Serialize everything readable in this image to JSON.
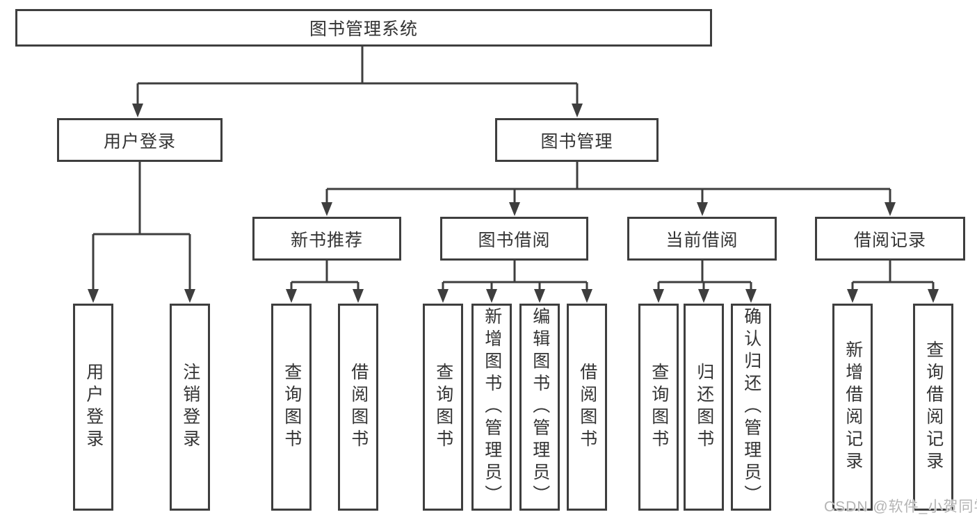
{
  "colors": {
    "line": "#3e3e3e",
    "box_border": "#3e3e3e",
    "text": "#333333",
    "background": "#ffffff",
    "watermark": "#b4b4b4"
  },
  "watermark": {
    "text": "CSDN @软件_小贺同学"
  },
  "tree": {
    "root": {
      "label": "图书管理系统"
    },
    "children": [
      {
        "label": "用户登录",
        "children": [
          {
            "label": "用户登录"
          },
          {
            "label": "注销登录"
          }
        ]
      },
      {
        "label": "图书管理",
        "children": [
          {
            "label": "新书推荐",
            "children": [
              {
                "label": "查询图书"
              },
              {
                "label": "借阅图书"
              }
            ]
          },
          {
            "label": "图书借阅",
            "children": [
              {
                "label": "查询图书"
              },
              {
                "label": "新增图书（管理员）"
              },
              {
                "label": "编辑图书（管理员）"
              },
              {
                "label": "借阅图书"
              }
            ]
          },
          {
            "label": "当前借阅",
            "children": [
              {
                "label": "查询图书"
              },
              {
                "label": "归还图书"
              },
              {
                "label": "确认归还（管理员）"
              }
            ]
          },
          {
            "label": "借阅记录",
            "children": [
              {
                "label": "新增借阅记录"
              },
              {
                "label": "查询借阅记录"
              }
            ]
          }
        ]
      }
    ]
  }
}
